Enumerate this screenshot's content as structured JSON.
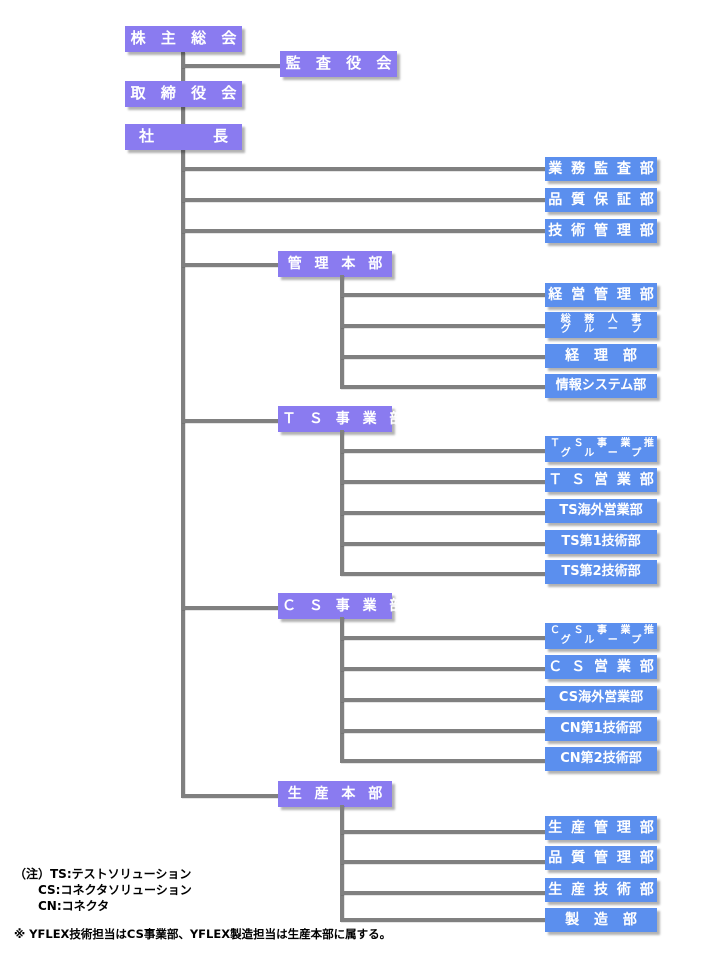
{
  "meta": {
    "title": "組織図",
    "colors": {
      "purple": "#8A7BF0",
      "blue": "#5B8FEE",
      "line": "#808080",
      "background": "#FFFFFF",
      "text_on_box": "#FFFFFF",
      "note_text": "#000000"
    }
  },
  "top": {
    "shareholders_meeting": "株 主 総 会",
    "auditors_board": "監 査 役 会",
    "board_of_directors": "取 締 役 会",
    "president_left": "社",
    "president_right": "長"
  },
  "direct_departments": [
    {
      "label": "業 務 監 査 部"
    },
    {
      "label": "品 質 保 証 部"
    },
    {
      "label": "技 術 管 理 部"
    }
  ],
  "divisions": [
    {
      "name": "管 理 本 部",
      "departments": [
        {
          "line1": "経 営 管 理 部",
          "line2": ""
        },
        {
          "line1": "総 務 人 事",
          "line2": "グ ル ー プ"
        },
        {
          "line1": "経 理 部",
          "line2": ""
        },
        {
          "line1": "情報システム部",
          "line2": ""
        }
      ]
    },
    {
      "name": "Ｔ Ｓ 事 業 部",
      "departments": [
        {
          "line1": "Ｔ Ｓ 事 業 推 進",
          "line2": "グ ル ー プ"
        },
        {
          "line1": "Ｔ Ｓ 営 業 部",
          "line2": ""
        },
        {
          "line1": "TS海外営業部",
          "line2": ""
        },
        {
          "line1": "TS第1技術部",
          "line2": ""
        },
        {
          "line1": "TS第2技術部",
          "line2": ""
        }
      ]
    },
    {
      "name": "Ｃ Ｓ 事 業 部",
      "departments": [
        {
          "line1": "Ｃ Ｓ 事 業 推 進",
          "line2": "グ ル ー プ"
        },
        {
          "line1": "Ｃ Ｓ 営 業 部",
          "line2": ""
        },
        {
          "line1": "CS海外営業部",
          "line2": ""
        },
        {
          "line1": "CN第1技術部",
          "line2": ""
        },
        {
          "line1": "CN第2技術部",
          "line2": ""
        }
      ]
    },
    {
      "name": "生 産 本 部",
      "departments": [
        {
          "line1": "生 産 管 理 部",
          "line2": ""
        },
        {
          "line1": "品 質 管 理 部",
          "line2": ""
        },
        {
          "line1": "生 産 技 術 部",
          "line2": ""
        },
        {
          "line1": "製 造 部",
          "line2": ""
        }
      ]
    }
  ],
  "notes": {
    "line1": "（注）TS:テストソリューション",
    "line2": "CS:コネクタソリューション",
    "line3": "CN:コネクタ",
    "line4": "※ YFLEX技術担当はCS事業部、YFLEX製造担当は生産本部に属する。"
  }
}
